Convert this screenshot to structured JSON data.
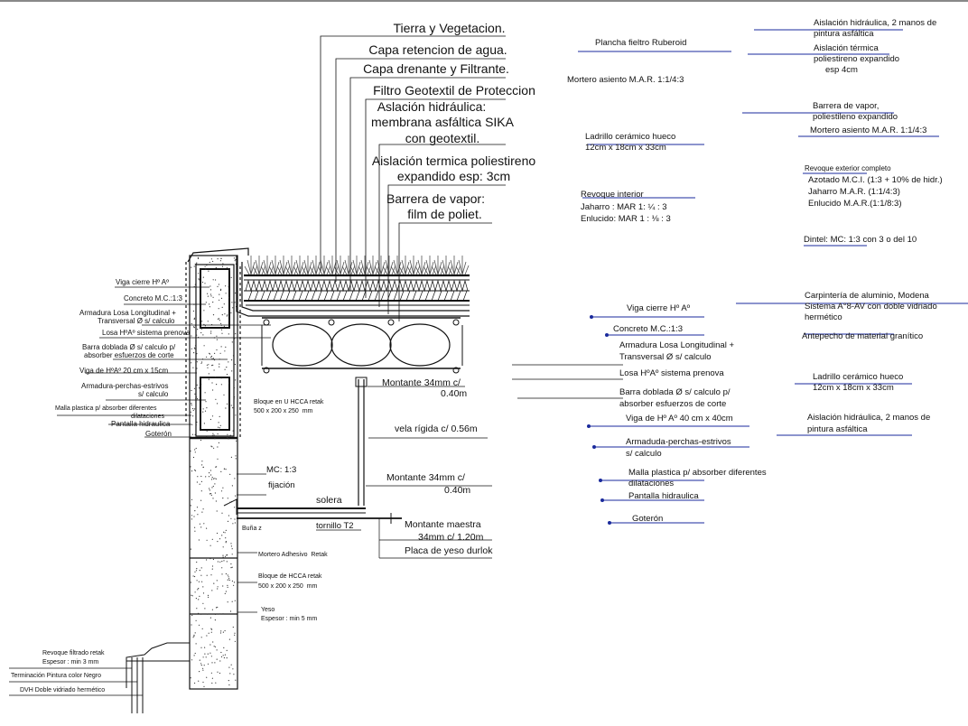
{
  "top_labels": [
    "Tierra y Vegetacion.",
    "Capa retencion de agua.",
    "Capa drenante y Filtrante.",
    "Filtro Geotextil de Proteccion",
    "Aslación hidráulica:",
    "membrana asfáltica SIKA",
    "con geotextil.",
    "Aislación termica poliestireno",
    "expandido esp: 3cm",
    "Barrera de vapor:",
    "film de poliet."
  ],
  "left_labels": [
    "Viga cierre Hº Aº",
    "Concreto M.C.:1:3",
    "Armadura Losa Longitudinal +",
    "Transversal Ø s/ calculo",
    "Losa HºAº sistema prenova",
    "Barra doblada Ø s/ calculo p/",
    "absorber esfuerzos de corte",
    "Viga de HºAº 20 cm x 15cm",
    "Armadura-perchas-estrivos",
    "s/ calculo",
    "Malla plastica p/ absorber diferentes",
    "dilataciones",
    "Pantalla hidraulica",
    "Goterón"
  ],
  "bottom_left_labels": [
    "Revoque filtrado retak",
    "Espesor : min 3 mm",
    "Terminación Pintura color Negro",
    "DVH Doble vidriado hermético"
  ],
  "center_labels": {
    "bloque_u": "Bloque en U HCCA retak",
    "bloque_u_size": "500 x 200 x 250  mm",
    "montante_1": "Montante 34mm c/",
    "montante_1_sep": "0.40m",
    "vela": "vela rígida c/ 0.56m",
    "montante_2": "Montante 34mm c/",
    "montante_2_sep": "0.40m",
    "mc": "MC: 1:3",
    "fijacion": "fijación",
    "solera": "solera",
    "bunaz": "Buña z",
    "tornillo": "tornillo T2",
    "montante_maestra": "Montante maestra",
    "montante_maestra_sep": "34mm c/ 1.20m",
    "placa": "Placa de yeso durlok",
    "mortero_adh": "Mortero Adhesivo  Retak",
    "bloque_hcca": "Bloque de HCCA retak",
    "bloque_hcca_size": "500 x 200 x 250  mm",
    "yeso": "Yeso",
    "yeso_esp": "Espesor : min 5 mm"
  },
  "right_upper": {
    "plancha": "Plancha fieltro Ruberoid",
    "mortero_1": "Mortero asiento M.A.R. 1:1/4:3",
    "ladrillo_1": "Ladrillo cerámico hueco",
    "ladrillo_1_size": "12cm x 18cm x 33cm",
    "revoque_int": "Revoque interior",
    "jaharro": "Jaharro : MAR 1: ¼ : 3",
    "enlucido": "Enlucido: MAR 1 : ⅛ : 3",
    "aisl_hidr_1": "Aislación hidráulica, 2 manos de",
    "aisl_hidr_1b": "pintura asfáltica",
    "aisl_term": "Aislación térmica",
    "aisl_term_b": "poliestireno expandido",
    "aisl_term_c": "esp 4cm",
    "barrera": "Barrera de vapor,",
    "barrera_b": "poliestileno expandido",
    "mortero_2": "Mortero asiento M.A.R. 1:1/4:3",
    "revoque_ext": "Revoque exterior completo",
    "azotado": "Azotado M.C.I. (1:3 + 10% de hidr.)",
    "jaharro_ext": "Jaharro M.A.R. (1:1/4:3)",
    "enlucido_ext": "Enlucido M.A.R.(1:1/8:3)",
    "dintel": "Dintel: MC: 1:3 con 3 o del 10"
  },
  "right_lower": {
    "viga": "Viga cierre Hº Aº",
    "concreto": "Concreto M.C.:1:3",
    "armadura": "Armadura Losa Longitudinal +",
    "armadura_b": "Transversal Ø s/ calculo",
    "losa": "Losa HºAº sistema prenova",
    "barra": "Barra doblada Ø s/ calculo p/",
    "barra_b": "absorber esfuerzos de corte",
    "viga_40": "Viga de Hº Aº 40 cm x 40cm",
    "armaduda": "Armaduda-perchas-estrivos",
    "armaduda_b": "s/ calculo",
    "malla": "Malla plastica p/ absorber diferentes",
    "malla_b": "dilataciones",
    "pantalla": "Pantalla hidraulica",
    "goteron": "Goterón",
    "carpinteria": "Carpintería de aluminio, Modena",
    "carpinteria_b": "Sistema A°8-AV con doble vidriado",
    "carpinteria_c": "hermético",
    "antepecho": "Antepecho de material granítico",
    "ladrillo_2": "Ladrillo cerámico hueco",
    "ladrillo_2_size": "12cm x 18cm x 33cm",
    "aisl_hidr_2": "Aislación hidráulica, 2 manos de",
    "aisl_hidr_2b": "pintura asfáltica"
  },
  "colors": {
    "line": "#111111",
    "leader_blue": "#1a2a9c",
    "grass": "#555555"
  }
}
